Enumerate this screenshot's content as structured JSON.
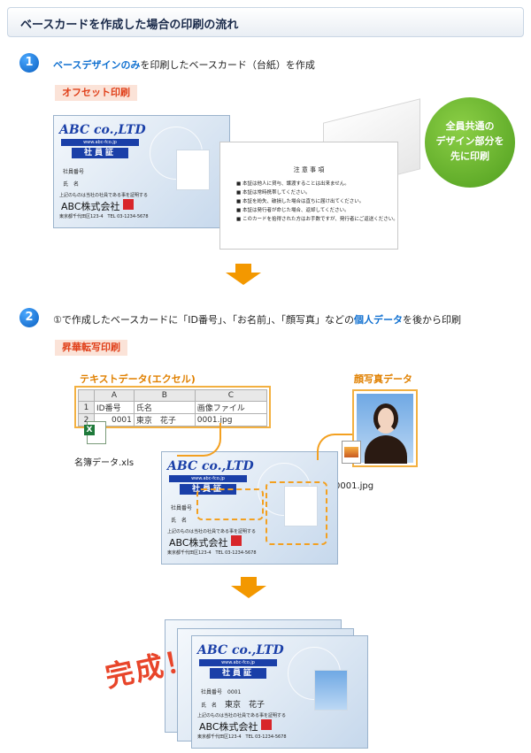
{
  "header": {
    "title": "ベースカードを作成した場合の印刷の流れ"
  },
  "step1": {
    "num": "1",
    "text_highlight": "ベースデザインのみ",
    "text_rest": "を印刷したベースカード（台紙）を作成",
    "tag": "オフセット印刷",
    "circle_lines": [
      "全員共通の",
      "デザイン部分を",
      "先に印刷"
    ]
  },
  "card": {
    "logo": "ABC co.,LTD",
    "url": "www.abc-fco.jp",
    "badge": "社員証",
    "field_no": "社員番号",
    "field_name": "氏　名",
    "note": "上記のものは当社の社員である事を証明する",
    "company": "ABC株式会社",
    "address": "東京都千代田区123-4　TEL 03-1234-5678"
  },
  "notice": {
    "title": "注 意 事 項",
    "lines": [
      "■ 本証は他人に貸与、譲渡することは出来ません。",
      "■ 本証は常時携帯してください。",
      "■ 本証を紛失、破損した場合は直ちに届け出てください。",
      "■ 本証は発行者が命じた場合、返却してください。",
      "■ このカードを拾得された方はお手数ですが、発行者にご返送ください。"
    ]
  },
  "step2": {
    "num": "2",
    "text_pre": "①で作成したベースカードに「ID番号」、「お名前」、「顔写真」などの",
    "text_highlight": "個人データ",
    "text_post": "を後から印刷",
    "tag": "昇華転写印刷",
    "excel_title": "テキストデータ(エクセル)",
    "photo_title": "顔写真データ",
    "sheet_cols": [
      "A",
      "B",
      "C"
    ],
    "sheet_row1": [
      "1",
      "ID番号",
      "氏名",
      "画像ファイル"
    ],
    "sheet_row2": [
      "2",
      "0001",
      "東京　花子",
      "0001.jpg"
    ],
    "xls_label": "名簿データ.xls",
    "jpg_label": "0001.jpg"
  },
  "final": {
    "done": "完成！",
    "id_value": "0001",
    "name_value": "東京　花子"
  },
  "colors": {
    "accent": "#f39800",
    "blue": "#1070d0",
    "green": "#5aaa28",
    "red": "#e8452a"
  }
}
